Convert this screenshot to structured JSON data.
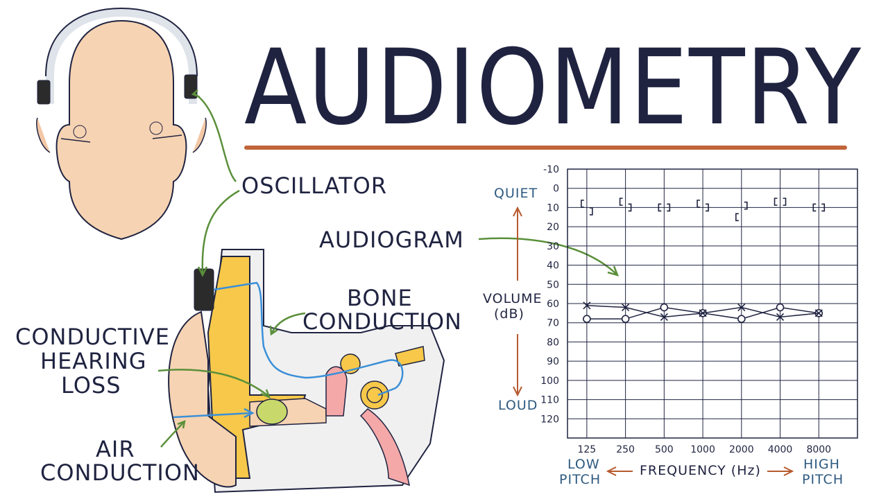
{
  "title": "AUDIOMETRY",
  "labels": {
    "oscillator": "OSCILLATOR",
    "audiogram": "AUDIOGRAM",
    "bone_line1": "BONE",
    "bone_line2": "CONDUCTION",
    "chl_line1": "CONDUCTIVE",
    "chl_line2": "HEARING",
    "chl_line3": "LOSS",
    "air_line1": "AIR",
    "air_line2": "CONDUCTION"
  },
  "chart_data": {
    "type": "scatter",
    "title": "",
    "y_axis": {
      "label_line1": "VOLUME",
      "label_line2": "(dB)",
      "ticks": [
        "-10",
        "0",
        "10",
        "20",
        "30",
        "40",
        "50",
        "60",
        "70",
        "80",
        "90",
        "100",
        "110",
        "120"
      ],
      "range": [
        -10,
        130
      ],
      "inverted": true,
      "top_annotation": "QUIET",
      "bottom_annotation": "LOUD"
    },
    "x_axis": {
      "label": "FREQUENCY (Hz)",
      "categories": [
        "125",
        "250",
        "500",
        "1000",
        "2000",
        "4000",
        "8000"
      ],
      "left_annotation_line1": "LOW",
      "left_annotation_line2": "PITCH",
      "right_annotation_line1": "HIGH",
      "right_annotation_line2": "PITCH"
    },
    "grid": true,
    "series": [
      {
        "symbol": "O",
        "values": [
          68,
          68,
          62,
          65,
          68,
          62,
          65
        ]
      },
      {
        "symbol": "X",
        "values": [
          61,
          62,
          67,
          65,
          62,
          67,
          65
        ]
      },
      {
        "symbol": "[",
        "values": [
          8,
          7,
          10,
          8,
          15,
          7,
          10
        ]
      },
      {
        "symbol": "]",
        "values": [
          12,
          10,
          10,
          10,
          9,
          7,
          10
        ]
      }
    ],
    "colors": {
      "right_ear": "#e03030",
      "left_ear": "#2060c0",
      "grid": "#1f2340",
      "annotation": "#b65a2e",
      "axis_text": "#2e5a80"
    }
  }
}
